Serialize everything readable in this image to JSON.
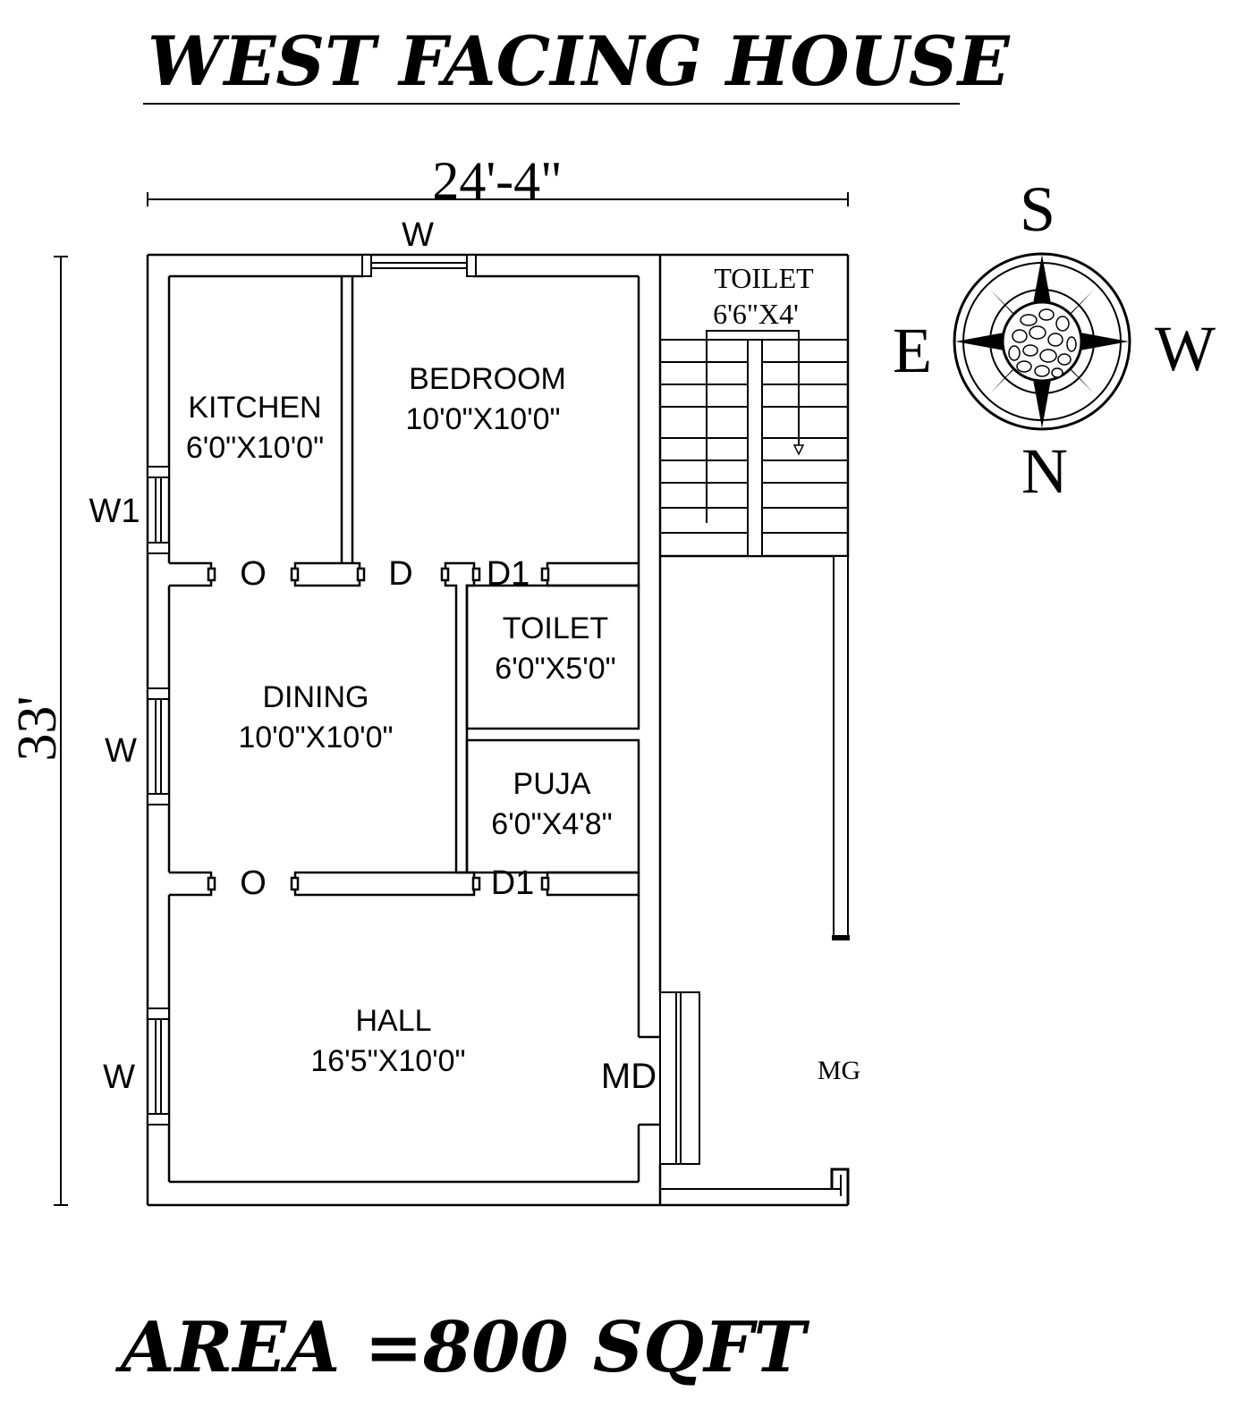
{
  "title": "WEST FACING HOUSE",
  "area": "AREA =800 SQFT",
  "dimensions": {
    "width": "24'-4\"",
    "depth": "33'"
  },
  "compass": {
    "top": "S",
    "bottom": "N",
    "left": "E",
    "right": "W"
  },
  "rooms": {
    "kitchen": {
      "name": "KITCHEN",
      "size": "6'0\"X10'0\""
    },
    "bedroom": {
      "name": "BEDROOM",
      "size": "10'0\"X10'0\""
    },
    "dining": {
      "name": "DINING",
      "size": "10'0\"X10'0\""
    },
    "toilet": {
      "name": "TOILET",
      "size": "6'0\"X5'0\""
    },
    "puja": {
      "name": "PUJA",
      "size": "6'0\"X4'8\""
    },
    "hall": {
      "name": "HALL",
      "size": "16'5\"X10'0\""
    },
    "stair_toilet": {
      "name": "TOILET",
      "size": "6'6\"X4'"
    }
  },
  "openings": {
    "top_window": "W",
    "kitchen_window": "W1",
    "dining_window": "W",
    "hall_window": "W",
    "kitchen_opening": "O",
    "bedroom_door": "D",
    "toilet_door": "D1",
    "hall_opening": "O",
    "puja_door": "D1",
    "main_door": "MD",
    "main_gate": "MG"
  }
}
